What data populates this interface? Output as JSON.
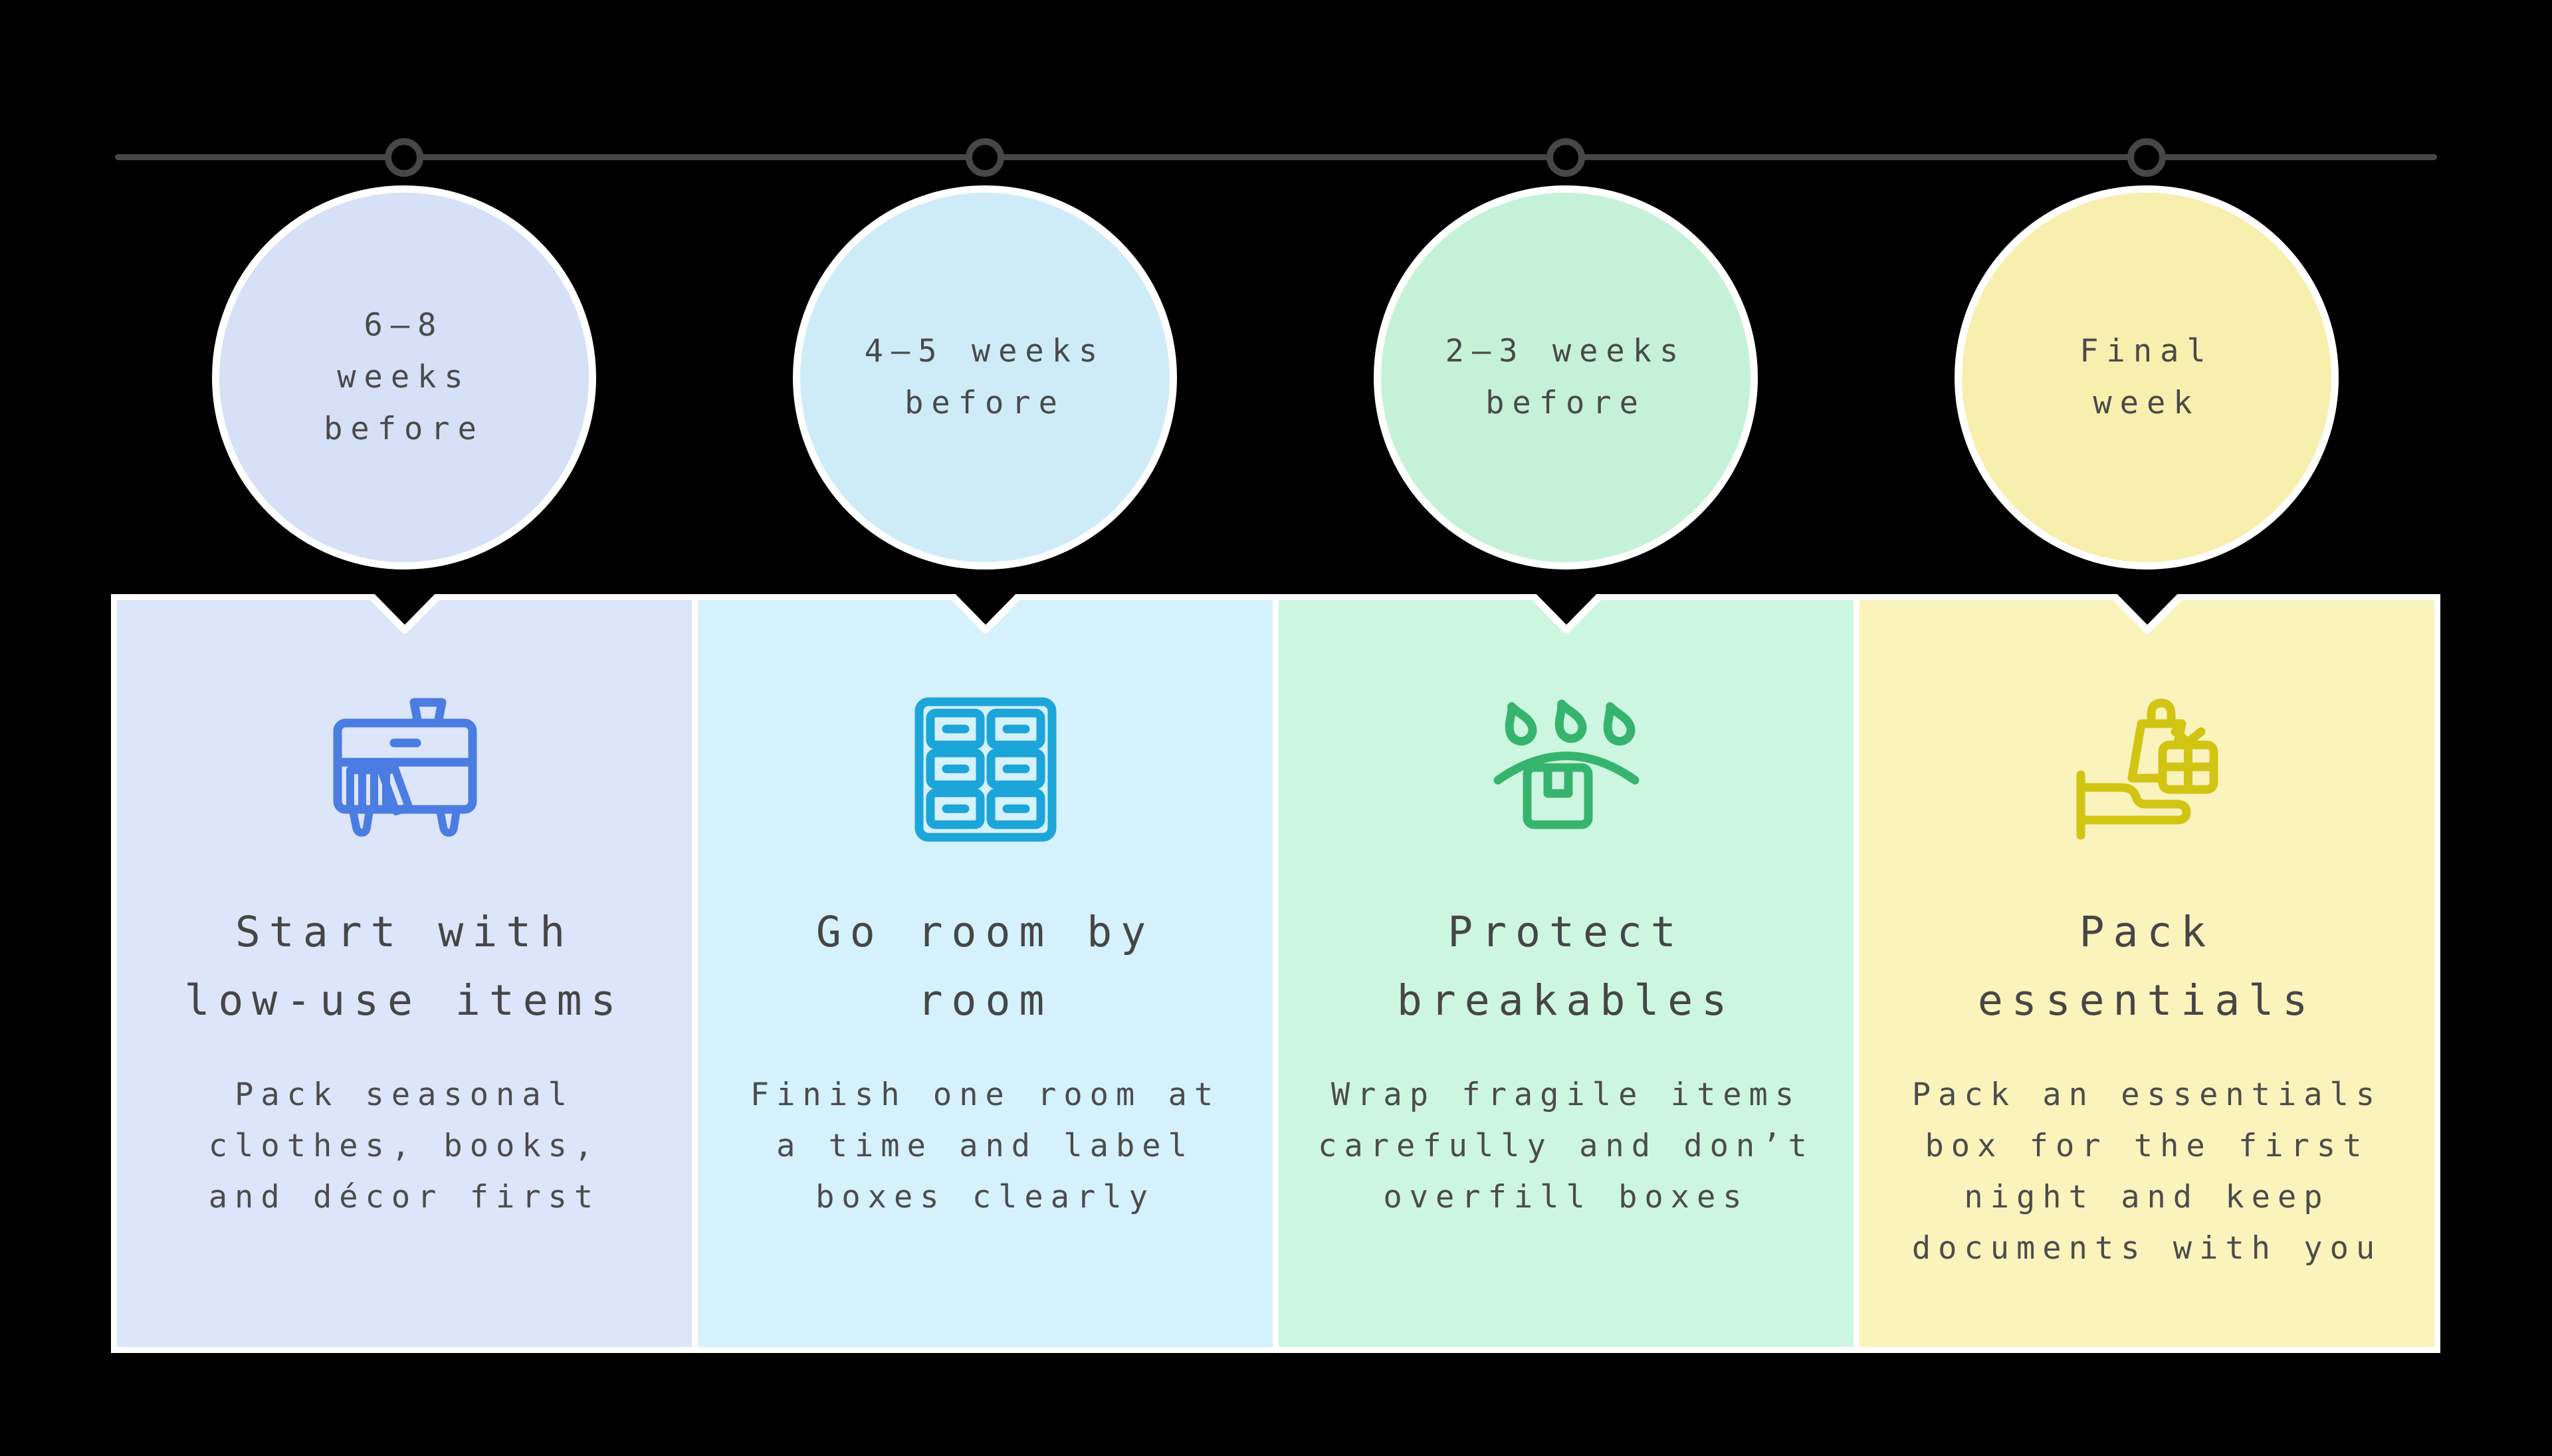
{
  "page": {
    "background": "#000000",
    "frame_color": "#ffffff",
    "text_color": "#4a4a4a"
  },
  "timeline": {
    "line_color": "#474747",
    "node_color": "#474747",
    "steps": [
      {
        "label": "6–8\nweeks\nbefore",
        "circle_color": "#d6e0f6"
      },
      {
        "label": "4–5 weeks\nbefore",
        "circle_color": "#cdecf8"
      },
      {
        "label": "2–3 weeks\nbefore",
        "circle_color": "#c6f1d9"
      },
      {
        "label": "Final\nweek",
        "circle_color": "#f7efae"
      }
    ]
  },
  "cards": [
    {
      "icon": "dresser-icon",
      "accent": "#4a7ce2",
      "bg": "#dce5fa",
      "title": "Start with\nlow-use items",
      "description": "Pack seasonal\nclothes, books,\nand décor first"
    },
    {
      "icon": "drawer-cabinet-icon",
      "accent": "#1ca5d9",
      "bg": "#d5f1fb",
      "title": "Go room by\nroom",
      "description": "Finish one room at\na time and label\nboxes clearly"
    },
    {
      "icon": "fragile-box-icon",
      "accent": "#36b46e",
      "bg": "#cdf6e0",
      "title": "Protect\nbreakables",
      "description": "Wrap fragile items\ncarefully and don’t\noverfill boxes"
    },
    {
      "icon": "bed-essentials-icon",
      "accent": "#d2c413",
      "bg": "#faf3bc",
      "title": "Pack\nessentials",
      "description": "Pack an essentials\nbox for the first\nnight and keep\ndocuments with you"
    }
  ]
}
